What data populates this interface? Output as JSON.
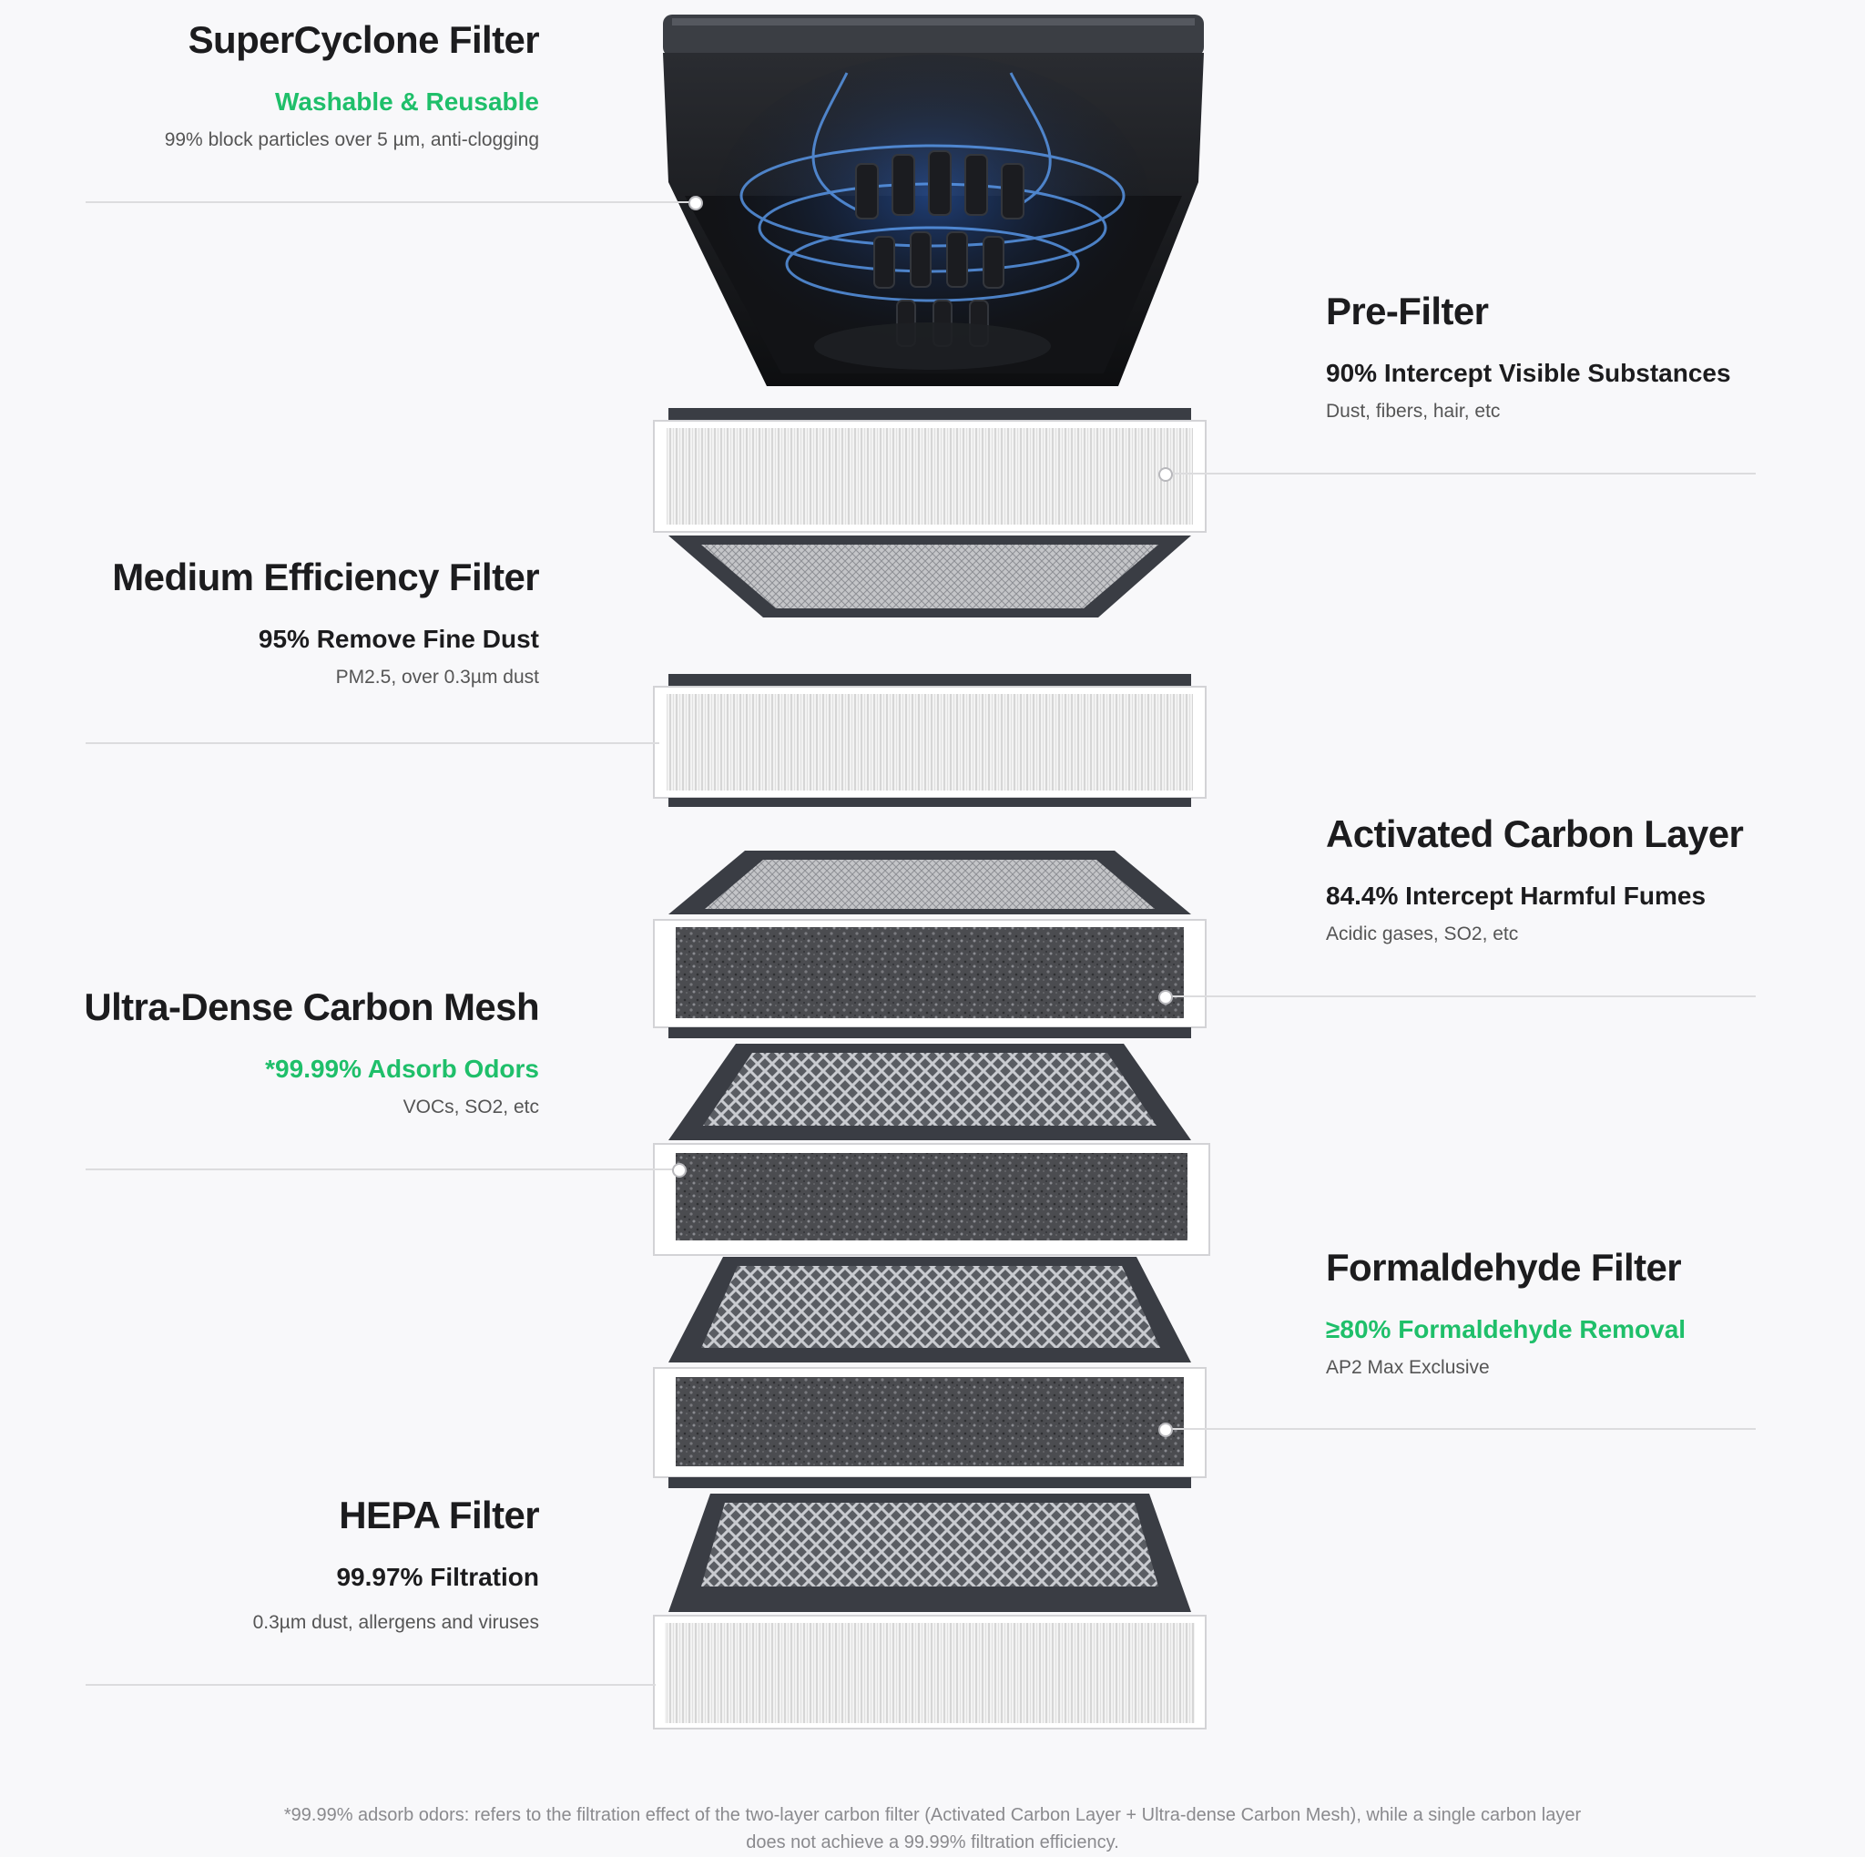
{
  "filters": {
    "supercyclone": {
      "title": "SuperCyclone Filter",
      "subtitle": "Washable & Reusable",
      "desc": "99% block particles over 5 µm, anti-clogging"
    },
    "prefilter": {
      "title": "Pre-Filter",
      "subtitle": "90% Intercept Visible Substances",
      "desc": "Dust, fibers, hair, etc"
    },
    "medium": {
      "title": "Medium Efficiency Filter",
      "subtitle": "95% Remove Fine Dust",
      "desc": "PM2.5, over 0.3µm dust"
    },
    "activated_carbon": {
      "title": "Activated Carbon Layer",
      "subtitle": "84.4% Intercept Harmful Fumes",
      "desc": "Acidic gases, SO2, etc"
    },
    "carbon_mesh": {
      "title": "Ultra-Dense Carbon Mesh",
      "subtitle": "*99.99% Adsorb Odors",
      "desc": "VOCs, SO2, etc"
    },
    "formaldehyde": {
      "title": "Formaldehyde Filter",
      "subtitle": "≥80% Formaldehyde Removal",
      "desc": "AP2 Max Exclusive"
    },
    "hepa": {
      "title": "HEPA Filter",
      "subtitle": "99.97% Filtration",
      "desc": "0.3µm dust, allergens and viruses"
    }
  },
  "footnote": {
    "line1": "*99.99% adsorb odors: refers to the filtration effect of the two-layer carbon filter (Activated Carbon Layer + Ultra-dense Carbon Mesh), while a single carbon layer",
    "line2": "does not achieve a 99.99% filtration efficiency."
  },
  "colors": {
    "accent_green": "#1fbf6a",
    "frame_dark": "#3a3d44",
    "fiber_white": "#eeeeee",
    "carbon_gray": "#4a4a4e",
    "airflow_blue": "#3c7fe0"
  }
}
